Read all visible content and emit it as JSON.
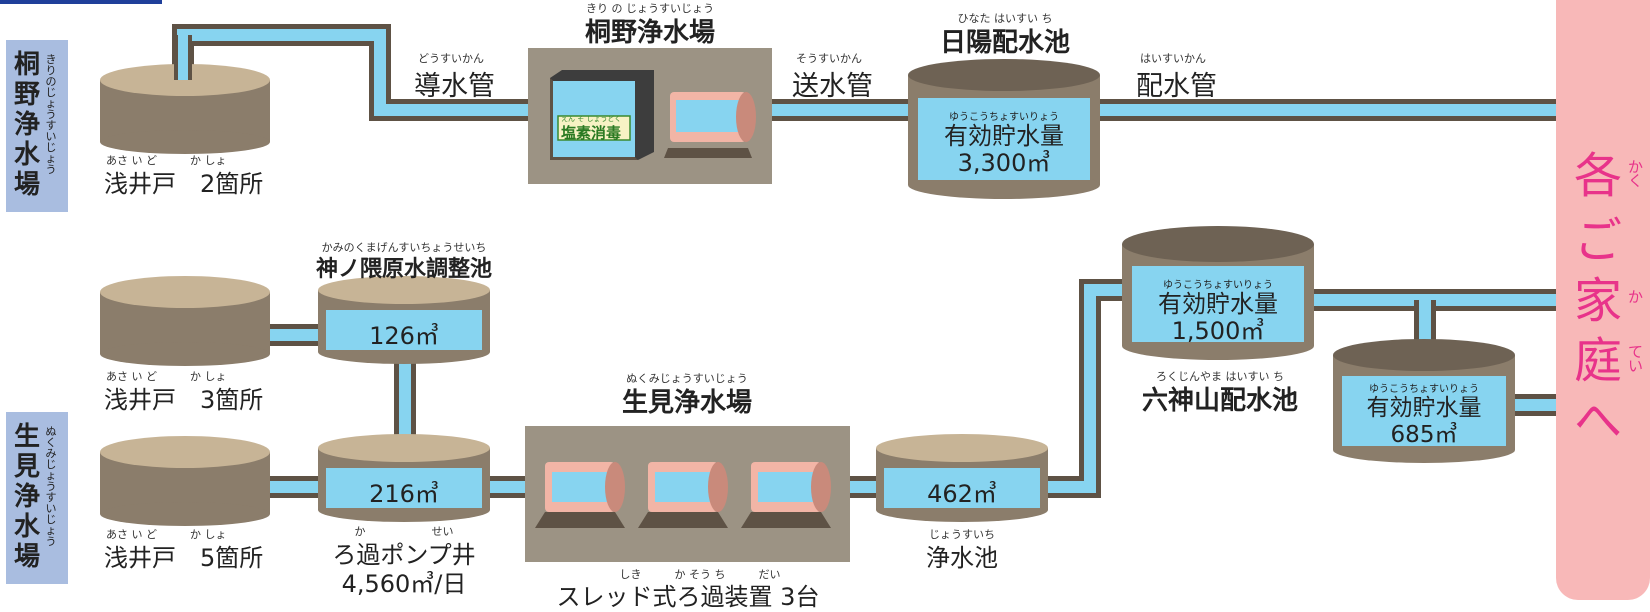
{
  "plants": {
    "kirino": {
      "vertical_label": [
        "桐",
        "野",
        "浄",
        "水",
        "場"
      ],
      "vertical_ruby": "きりのじょうすいじょう",
      "title": "桐野浄水場",
      "title_ruby": "きり の じょうすいじょう",
      "well_label": "浅井戸　2箇所",
      "well_ruby": "あさ い  ど　　　か しょ",
      "intake_pipe": "導水管",
      "intake_ruby": "どうすいかん",
      "chlorination": "塩素消毒",
      "chlorination_ruby": "えん そ しょうどく",
      "supply_pipe": "送水管",
      "supply_ruby": "そうすいかん",
      "reservoir_name": "日陽配水池",
      "reservoir_ruby": "ひなた  はいすい  ち",
      "distribution_pipe": "配水管",
      "distribution_ruby": "はいすいかん",
      "capacity_label": "有効貯水量",
      "capacity_ruby": "ゆうこうちょすいりょう",
      "capacity_value": "3,300㎥"
    },
    "nukumi": {
      "vertical_label": [
        "生",
        "見",
        "浄",
        "水",
        "場"
      ],
      "vertical_ruby": "ぬくみじょうすいじょう",
      "title": "生見浄水場",
      "title_ruby": "ぬくみじょうすいじょう",
      "well1_label": "浅井戸　3箇所",
      "well1_ruby": "あさ い  ど　　　か しょ",
      "well2_label": "浅井戸　5箇所",
      "well2_ruby": "あさ い  ど　　　か しょ",
      "regulating_pond_name": "神ノ隈原水調整池",
      "regulating_pond_ruby": "かみのくまげんすいちょうせいち",
      "regulating_pond_value": "126㎥",
      "pump_well_value": "216㎥",
      "pump_well_name": "ろ過ポンプ井",
      "pump_well_ruby": "か　　　　　　せい",
      "pump_well_rate": "4,560㎥/日",
      "filter_label": "スレッド式ろ過装置  3台",
      "filter_ruby": "しき　　　か そう ち　　　だい",
      "clear_well_value": "462㎥",
      "clear_well_name": "浄水池",
      "clear_well_ruby": "じょうすいち",
      "reservoir_name": "六神山配水池",
      "reservoir_ruby": "ろくじんやま はいすい  ち",
      "tank1_label": "有効貯水量",
      "tank1_ruby": "ゆうこうちょすいりょう",
      "tank1_value": "1,500㎥",
      "tank2_label": "有効貯水量",
      "tank2_ruby": "ゆうこうちょすいりょう",
      "tank2_value": "685㎥"
    }
  },
  "destination": {
    "chars": [
      "各",
      "ご",
      "家",
      "庭",
      "へ"
    ],
    "ruby": [
      "かく",
      "",
      "か",
      "てい",
      ""
    ]
  },
  "colors": {
    "water": "#87d4f0",
    "pipe_edge": "#5e5245",
    "tank_body": "#8b7d6b",
    "tank_top": "#c7b496",
    "building": "#9c9384",
    "filter_cyl": "#f2b5a6",
    "home_bg": "#f8b8b8",
    "home_text": "#e8338a",
    "side_label_bg": "#a9bde0"
  }
}
